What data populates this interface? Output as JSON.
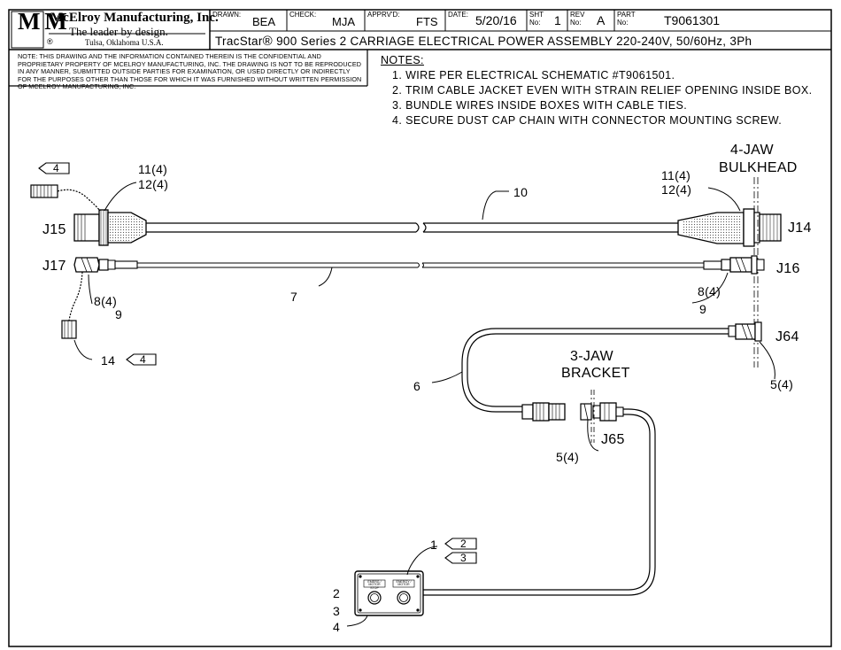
{
  "title_block": {
    "company": "McElroy Manufacturing, Inc.",
    "tagline": "The leader by design.",
    "registered": "®",
    "location": "Tulsa, Oklahoma U.S.A.",
    "logo_letters": "M M",
    "drawn_label": "DRAWN:",
    "drawn_value": "BEA",
    "check_label": "CHECK:",
    "check_value": "MJA",
    "apprvd_label": "APPRV'D:",
    "apprvd_value": "FTS",
    "date_label": "DATE:",
    "date_value": "5/20/16",
    "sht_label_1": "SHT",
    "sht_label_2": "No:",
    "sht_value": "1",
    "rev_label_1": "REV",
    "rev_label_2": "No:",
    "rev_value": "A",
    "part_label_1": "PART",
    "part_label_2": "No:",
    "part_value": "T9061301",
    "drawing_title_brand": "TracStar",
    "drawing_title_reg": "®",
    "drawing_title_rest": " 900 Series 2 CARRIAGE ELECTRICAL POWER ASSEMBLY 220-240V, 50/60Hz, 3Ph"
  },
  "disclaimer": "NOTE: THIS DRAWING AND THE INFORMATION CONTAINED THEREIN IS THE CONFIDENTIAL AND PROPRIETARY PROPERTY OF McElroy Manufacturing, Inc. THE DRAWING IS NOT TO BE REPRODUCED IN ANY MANNER, SUBMITTED OUTSIDE PARTIES FOR EXAMINATION, OR USED DIRECTLY OR INDIRECTLY FOR THE PURPOSES OTHER THAN THOSE FOR WHICH IT WAS FURNISHED WITHOUT WRITTEN PERMISSION OF McElroy Manufacturing, Inc.",
  "notes": {
    "header": "NOTES:",
    "items": [
      "1. WIRE PER ELECTRICAL SCHEMATIC #T9061501.",
      "2. TRIM CABLE JACKET EVEN WITH STRAIN RELIEF OPENING INSIDE BOX.",
      "3. BUNDLE WIRES INSIDE BOXES WITH CABLE TIES.",
      "4. SECURE DUST CAP CHAIN WITH CONNECTOR MOUNTING SCREW."
    ]
  },
  "labels": {
    "j15": "J15",
    "j17": "J17",
    "j14": "J14",
    "j16": "J16",
    "j64": "J64",
    "j65": "J65",
    "bulkhead_1": "4-JAW",
    "bulkhead_2": "BULKHEAD",
    "bracket_1": "3-JAW",
    "bracket_2": "BRACKET",
    "l_11_4_left": "11(4)",
    "l_12_4_left": "12(4)",
    "l_11_4_right": "11(4)",
    "l_12_4_right": "12(4)",
    "l_10": "10",
    "l_7": "7",
    "l_8_4_left": "8(4)",
    "l_9_left": "9",
    "l_8_4_right": "8(4)",
    "l_9_right": "9",
    "l_14": "14",
    "l_6": "6",
    "l_5_4_right": "5(4)",
    "l_5_4_mid": "5(4)",
    "l_1": "1",
    "l_2": "2",
    "l_3": "3",
    "l_4": "4",
    "flag_4_top": "4",
    "flag_4_bottom": "4",
    "flag_2": "2",
    "flag_3": "3",
    "panel_label_left": "EMERG / MOTOR STOP",
    "panel_label_right": "ENERGY / MOTOR"
  }
}
